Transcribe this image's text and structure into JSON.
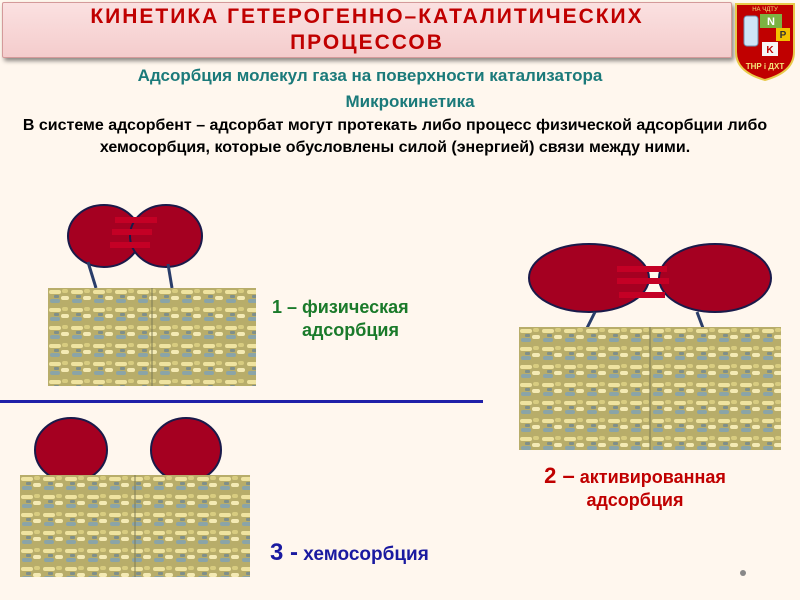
{
  "title": "КИНЕТИКА ГЕТЕРОГЕННО–КАТАЛИТИЧЕСКИХ ПРОЦЕССОВ",
  "subtitle_1": "Адсорбция молекул газа на поверхности катализатора",
  "subtitle_2": "Микрокинетика",
  "paragraph": "В системе адсорбент – адсорбат  могут протекать либо процесс физической адсорбции либо хемосорбция, которые обусловлены силой (энергией) связи между ними.",
  "logo": {
    "letters": [
      "N",
      "P",
      "K"
    ],
    "caption": "THP i ДХТ",
    "top_text": "НА ЧДТУ"
  },
  "labels": {
    "physical_num": "1 –",
    "physical_text": "физическая адсорбция",
    "activated_num": "2 –",
    "activated_line1": "активированная",
    "activated_line2": "адсорбция",
    "chemi_num": "3 -",
    "chemi_text": "хемосорбция"
  },
  "colors": {
    "molecule": "#a50021",
    "title_text": "#c00000",
    "subtitle": "#1b7a7a",
    "divider": "#2020a8"
  }
}
